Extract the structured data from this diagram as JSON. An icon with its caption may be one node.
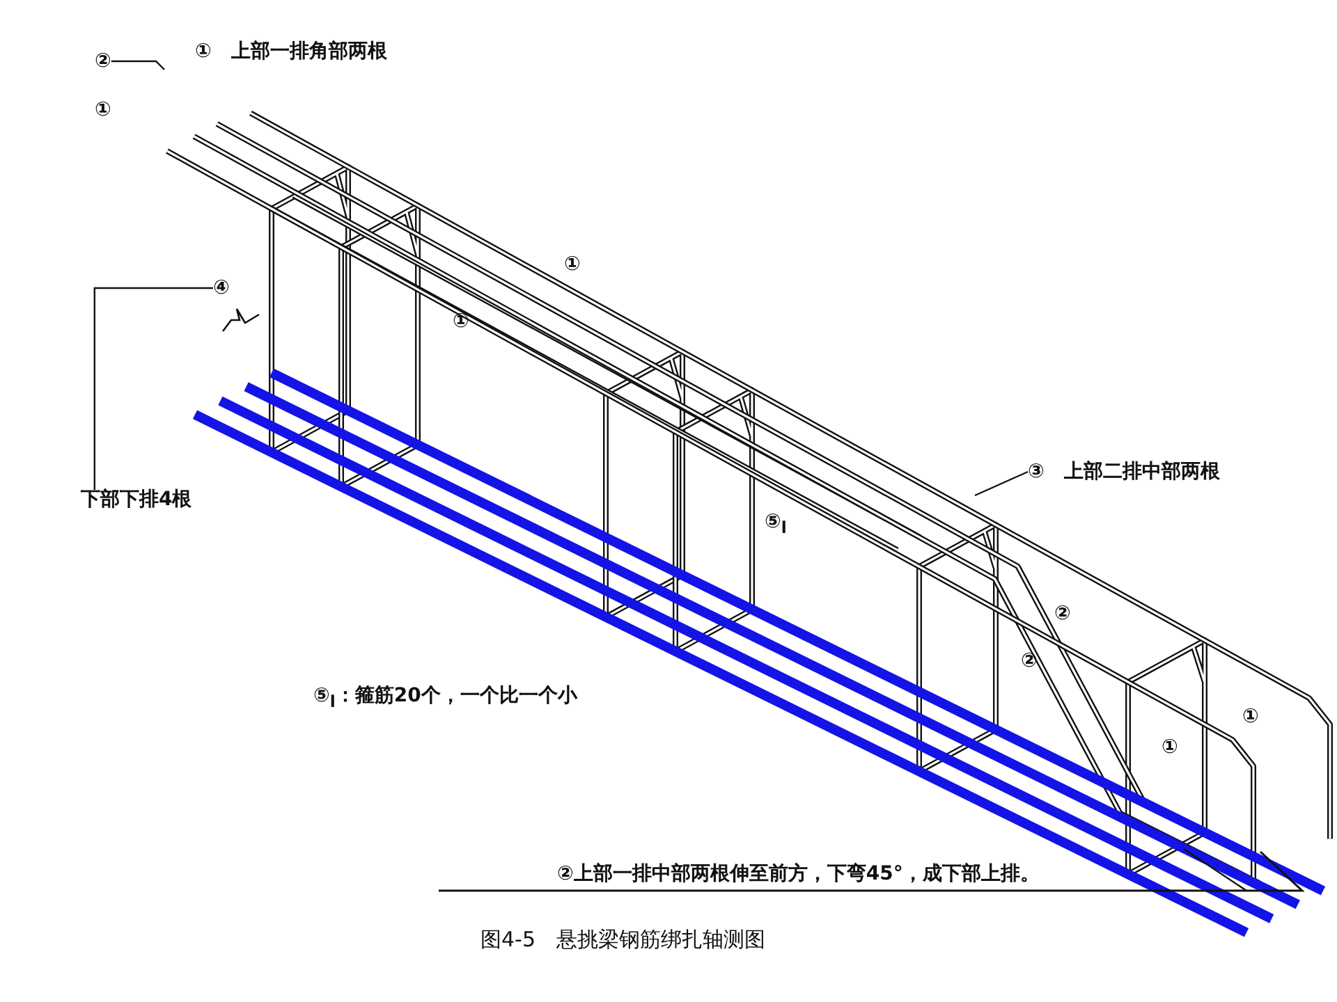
{
  "diagram": {
    "caption": "图4-5　悬挑梁钢筋绑扎轴测图",
    "nodes": [
      {
        "text": [
          "②"
        ]
      },
      {
        "text": [
          "④"
        ]
      },
      {
        "text": [
          "下部下排4根"
        ]
      },
      {
        "text": [
          "③"
        ]
      }
    ],
    "edges": [
      {
        "from": 0,
        "to": null,
        "arrow": "none"
      },
      {
        "from": 2,
        "to": 1,
        "arrow": "none"
      },
      {
        "from": 3,
        "to": null,
        "arrow": "none"
      }
    ],
    "labels": [
      "①",
      "上部一排角部两根",
      "①",
      "①",
      "①",
      "上部二排中部两根",
      "⑤$_{l}$",
      "②",
      "②",
      "①",
      "①",
      "⑤$_{l}$：箍筋20个，一个比一个小",
      "②上部一排中部两根伸至前方，下弯45°，成下部上排。"
    ]
  }
}
